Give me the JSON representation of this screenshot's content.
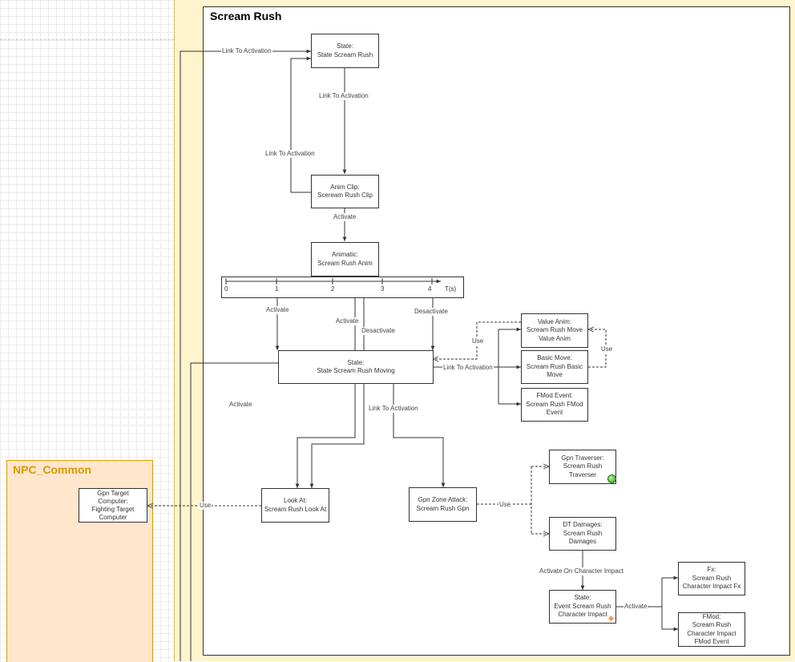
{
  "frame": {
    "title": "Scream Rush"
  },
  "npc": {
    "title": "NPC_Common"
  },
  "nodes": {
    "state_scream_rush": "State:\nState Scream Rush",
    "anim_clip": "Anim Clip:\nSceream Rush Clip",
    "animatic": "Animatic:\nScream Rush Anim",
    "state_moving": "State:\nState Scream Rush Moving",
    "value_anim": "Value Anim:\nScream Rush Move\nValue Anim",
    "basic_move": "Basic Move:\nScream Rush Basic\nMove",
    "fmod_event": "FMod Event:\nScream Rush FMod\nEvent",
    "look_at": "Look At:\nScream Rush Look At",
    "gpn_zone_attack": "Gpn Zone Attack:\nScream Rush Gpn",
    "gpn_traverser": "Gpn Traverser:\nScream Rush\nTraverser",
    "dt_damages": "DT Damages:\nScream Rush\nDamages",
    "event_impact": "State:\nEvent Scream Rush\nCharacter Impact",
    "fx": "Fx:\nScream Rush\nCharacter Impact Fx",
    "fmod_impact": "FMod:\nScream Rush\nCharacter Impact\nFMod Event",
    "gpn_target": "Gpn Target\nComputer:\nFighting Target\nComputer"
  },
  "timeline": {
    "ticks": [
      "0",
      "1",
      "2",
      "3",
      "4"
    ],
    "unit": "T(s)"
  },
  "labels": {
    "link_top": "Link To Activation",
    "link_down": "Link To Activation",
    "link_loop": "Link To Activation",
    "activate_clip": "Activate",
    "activate_t1": "Activate",
    "activate_t2": "Activate",
    "desactivate_mid": "Desactivate",
    "desactivate_t4": "Desactivate",
    "use_value_anim": "Use",
    "use_basic_move": "Use",
    "link_moving": "Link To Activation",
    "activate_left": "Activate",
    "link_gpn": "Link To Activation",
    "use_target": "Use",
    "use_gpn": "Use",
    "activate_impact": "Activate On Character Impact",
    "activate_fx": "Activate"
  }
}
